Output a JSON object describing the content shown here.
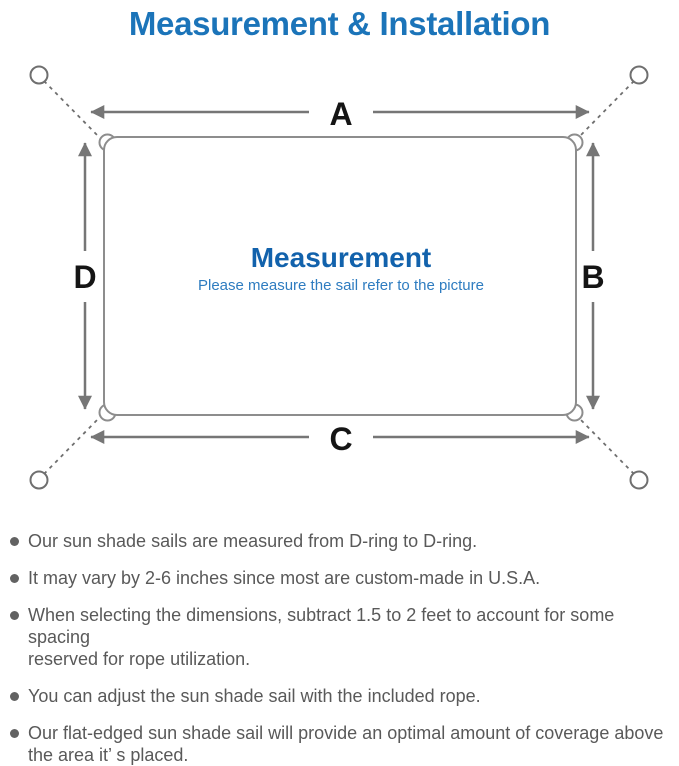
{
  "title": "Measurement & Installation",
  "diagram": {
    "labels": {
      "top": "A",
      "right": "B",
      "bottom": "C",
      "left": "D"
    },
    "center_title": "Measurement",
    "center_subtitle": "Please measure the sail refer to the picture"
  },
  "bullets": [
    {
      "lines": [
        "Our sun shade sails are measured from D-ring to D-ring."
      ]
    },
    {
      "lines": [
        "It may vary by 2-6 inches since most are custom-made in U.S.A."
      ]
    },
    {
      "lines": [
        "When selecting the dimensions, subtract 1.5 to 2 feet to account for some spacing",
        "reserved for rope utilization."
      ]
    },
    {
      "lines": [
        "You can adjust the sun shade sail with the included rope."
      ]
    },
    {
      "lines": [
        "Our flat-edged sun shade sail will provide an optimal amount of coverage above",
        "the area it’ s placed."
      ]
    }
  ],
  "colors": {
    "title_blue": "#1b74b9",
    "center_blue": "#1262ac",
    "subtitle_blue": "#2e7cc0",
    "line_gray": "#767676",
    "text_gray": "#595959",
    "label_black": "#151515"
  }
}
